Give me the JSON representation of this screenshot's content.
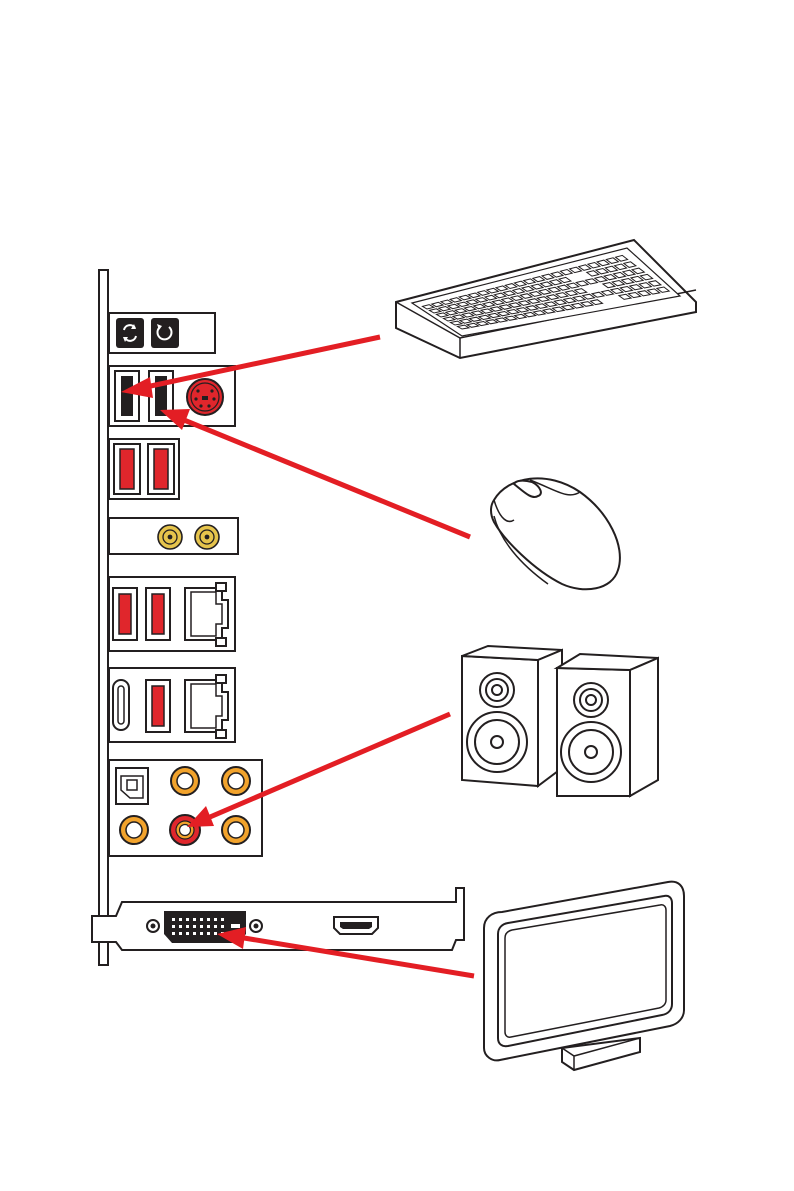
{
  "diagram": {
    "type": "rear-io-connection-illustration",
    "io_panel_icons": [
      "clear-cmos-icon",
      "flash-bios-icon",
      "usb-2-port",
      "ps2-port",
      "usb-3-port",
      "wifi-antenna-connector",
      "lan-port",
      "usb-c-port",
      "optical-spdif-port",
      "audio-jack"
    ],
    "graphics_card_icons": [
      "dvi-port",
      "hdmi-port"
    ],
    "devices": [
      "keyboard-icon",
      "mouse-icon",
      "speakers-icon",
      "monitor-icon"
    ],
    "connections": [
      {
        "from": "keyboard-icon",
        "to": "usb-2-port-left"
      },
      {
        "from": "mouse-icon",
        "to": "usb-2-port-right"
      },
      {
        "from": "speakers-icon",
        "to": "audio-line-out"
      },
      {
        "from": "monitor-icon",
        "to": "dvi-port"
      }
    ]
  },
  "colors": {
    "outline": "#231f20",
    "accent_red": "#e0262c",
    "arrow_red": "#e31e24",
    "gold": "#e6c44c",
    "audio_orange": "#f2a32c",
    "background": "#ffffff"
  }
}
